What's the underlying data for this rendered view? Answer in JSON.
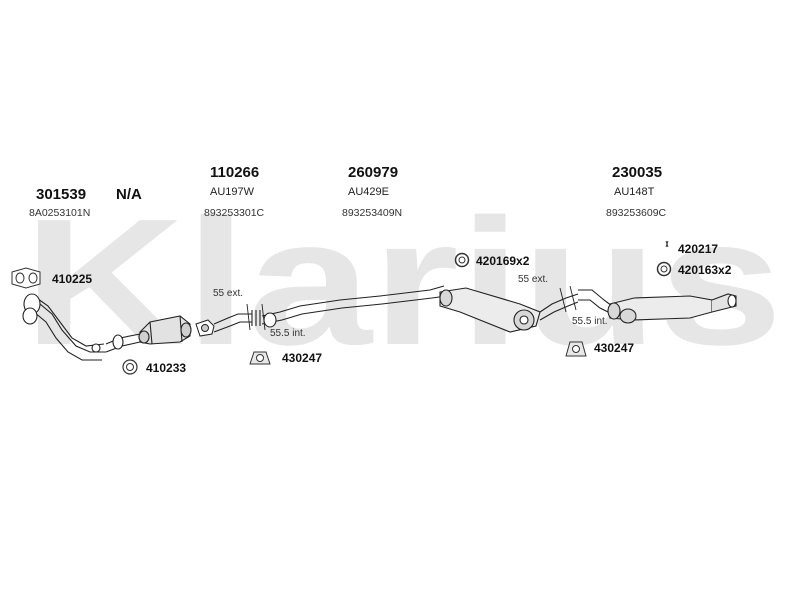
{
  "watermark_text": "Klarius",
  "groups": [
    {
      "part_no": "301539",
      "oem": "8A0253101N"
    },
    {
      "part_no": "N/A"
    },
    {
      "part_no": "110266",
      "ref_code": "AU197W",
      "oem": "893253301C"
    },
    {
      "part_no": "260979",
      "ref_code": "AU429E",
      "oem": "893253409N"
    },
    {
      "part_no": "230035",
      "ref_code": "AU148T",
      "oem": "893253609C"
    }
  ],
  "accessories": [
    {
      "part_no": "410225"
    },
    {
      "part_no": "410233"
    },
    {
      "part_no": "430247"
    },
    {
      "part_no": "420169x2"
    },
    {
      "part_no": "430247"
    },
    {
      "part_no": "420217"
    },
    {
      "part_no": "420163x2"
    }
  ],
  "dimensions": [
    {
      "text": "55 ext."
    },
    {
      "text": "55.5 int."
    },
    {
      "text": "55 ext."
    },
    {
      "text": "55.5 int."
    }
  ]
}
